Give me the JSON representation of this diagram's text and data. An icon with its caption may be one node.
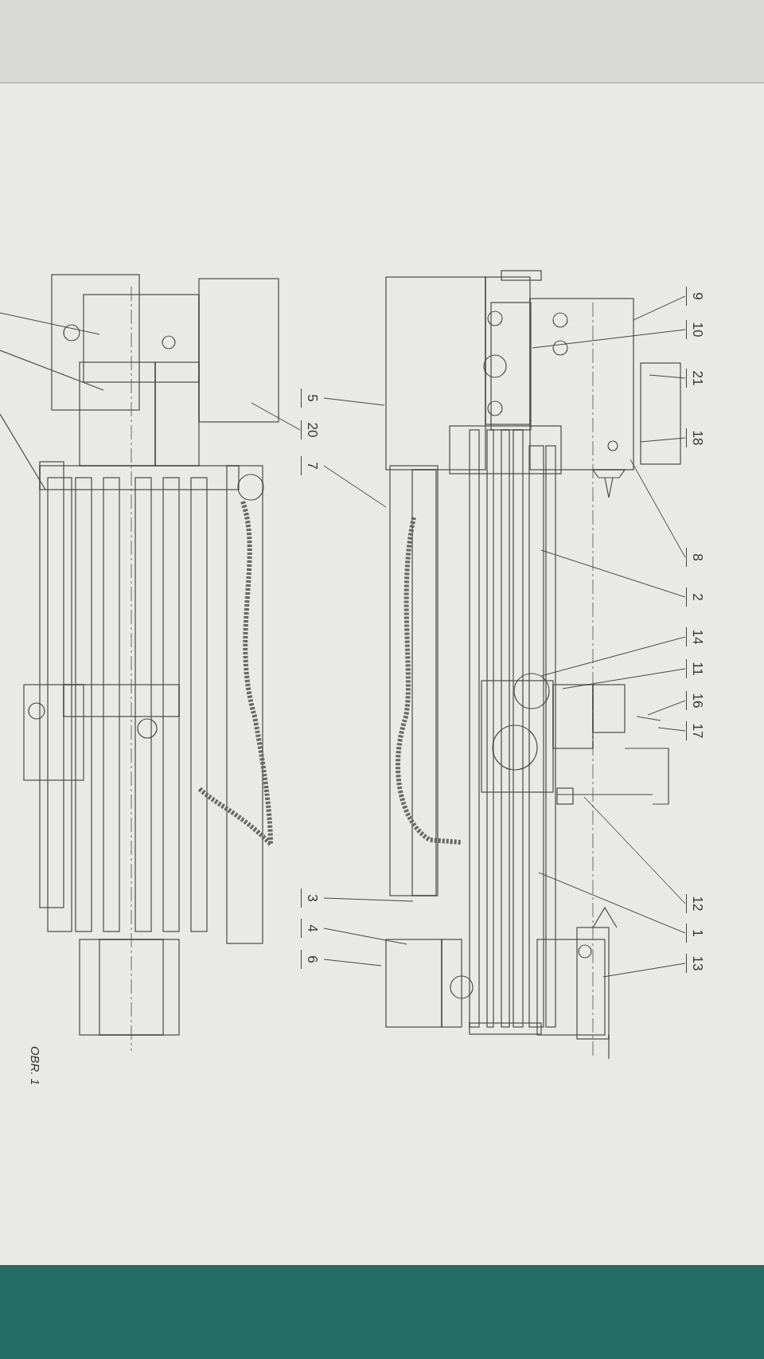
{
  "diagram": {
    "nodes": [
      {
        "text": [
          "5"
        ]
      },
      {
        "text": [
          "20"
        ]
      },
      {
        "text": [
          "7"
        ]
      },
      {
        "text": [
          "3"
        ]
      },
      {
        "text": [
          "4"
        ]
      },
      {
        "text": [
          "6"
        ]
      },
      {
        "text": [
          "9"
        ]
      },
      {
        "text": [
          "10"
        ]
      },
      {
        "text": [
          "21"
        ]
      },
      {
        "text": [
          "18"
        ]
      },
      {
        "text": [
          "8"
        ]
      },
      {
        "text": [
          "2"
        ]
      },
      {
        "text": [
          "14"
        ]
      },
      {
        "text": [
          "11"
        ]
      },
      {
        "text": [
          "16"
        ]
      },
      {
        "text": [
          "17"
        ]
      },
      {
        "text": [
          "12"
        ]
      },
      {
        "text": [
          "1"
        ]
      },
      {
        "text": [
          "13"
        ]
      }
    ],
    "edges": [
      {
        "from": 0,
        "to": null,
        "arrow": "none"
      },
      {
        "from": 1,
        "to": null,
        "arrow": "none"
      },
      {
        "from": 2,
        "to": null,
        "arrow": "none"
      },
      {
        "from": 3,
        "to": null,
        "arrow": "none"
      },
      {
        "from": 4,
        "to": null,
        "arrow": "none"
      },
      {
        "from": 5,
        "to": null,
        "arrow": "none"
      },
      {
        "from": 6,
        "to": null,
        "arrow": "none"
      },
      {
        "from": 7,
        "to": null,
        "arrow": "none"
      },
      {
        "from": 8,
        "to": null,
        "arrow": "none"
      },
      {
        "from": 9,
        "to": null,
        "arrow": "none"
      },
      {
        "from": 10,
        "to": null,
        "arrow": "none"
      },
      {
        "from": 11,
        "to": null,
        "arrow": "none"
      },
      {
        "from": 12,
        "to": null,
        "arrow": "none"
      },
      {
        "from": 13,
        "to": null,
        "arrow": "none"
      },
      {
        "from": 14,
        "to": null,
        "arrow": "none"
      },
      {
        "from": 15,
        "to": null,
        "arrow": "none"
      },
      {
        "from": 16,
        "to": null,
        "arrow": "none"
      },
      {
        "from": 17,
        "to": null,
        "arrow": "none"
      },
      {
        "from": 18,
        "to": null,
        "arrow": "none"
      }
    ],
    "labels": [
      "OBR. 1"
    ]
  }
}
